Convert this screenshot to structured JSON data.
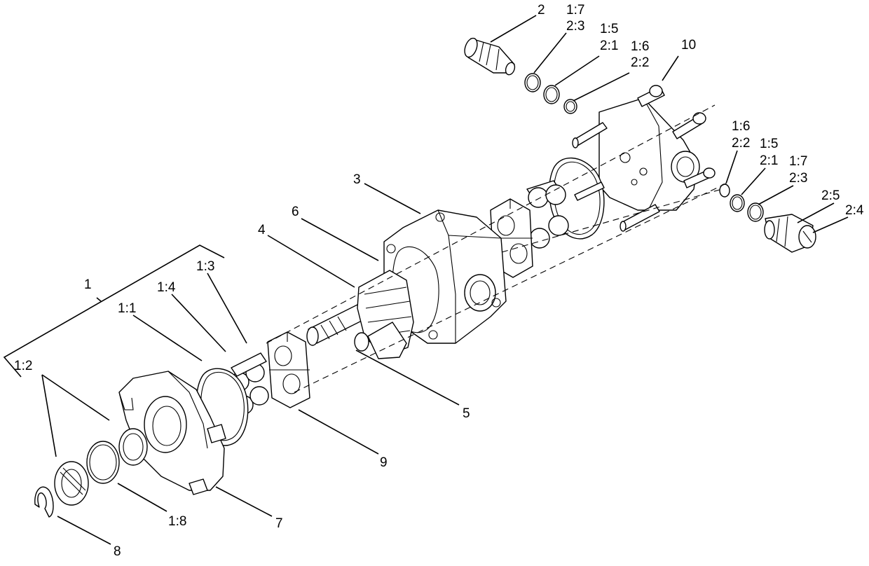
{
  "labels": {
    "l_2": "2",
    "l_1_7_top": "1:7",
    "l_2_3_top": "2:3",
    "l_1_5_top": "1:5",
    "l_2_1_top": "2:1",
    "l_1_6_top": "1:6",
    "l_2_2_top": "2:2",
    "l_10": "10",
    "l_1_6_right": "1:6",
    "l_2_2_right": "2:2",
    "l_1_5_right": "1:5",
    "l_2_1_right": "2:1",
    "l_1_7_right": "1:7",
    "l_2_3_right": "2:3",
    "l_2_5": "2:5",
    "l_2_4": "2:4",
    "l_3": "3",
    "l_6": "6",
    "l_4": "4",
    "l_1_3": "1:3",
    "l_1_4": "1:4",
    "l_1_1": "1:1",
    "l_1": "1",
    "l_1_2": "1:2",
    "l_5": "5",
    "l_9": "9",
    "l_7": "7",
    "l_1_8": "1:8",
    "l_8": "8"
  }
}
